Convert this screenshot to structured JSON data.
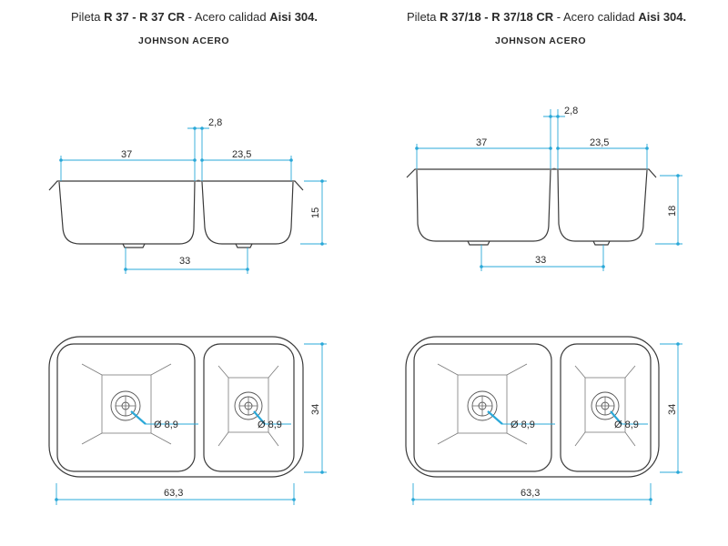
{
  "sinks": [
    {
      "title_parts": [
        {
          "text": "Pileta ",
          "bold": false
        },
        {
          "text": "R 37 - R 37 CR",
          "bold": true
        },
        {
          "text": " - Acero calidad ",
          "bold": false
        },
        {
          "text": "Aisi 304.",
          "bold": true
        }
      ],
      "brand": "JOHNSON ACERO",
      "dims": {
        "large_width": "37",
        "divider": "2,8",
        "small_width": "23,5",
        "depth": "15",
        "drain_spacing": "33",
        "height": "34",
        "total_width": "63,3",
        "drain_large": "Ø 8,9",
        "drain_small": "Ø 8,9"
      }
    },
    {
      "title_parts": [
        {
          "text": "Pileta ",
          "bold": false
        },
        {
          "text": "R 37/18 - R 37/18 CR",
          "bold": true
        },
        {
          "text": " - Acero calidad ",
          "bold": false
        },
        {
          "text": "Aisi 304.",
          "bold": true
        }
      ],
      "brand": "JOHNSON ACERO",
      "dims": {
        "large_width": "37",
        "divider": "2,8",
        "small_width": "23,5",
        "depth": "18",
        "drain_spacing": "33",
        "height": "34",
        "total_width": "63,3",
        "drain_large": "Ø 8,9",
        "drain_small": "Ø 8,9"
      }
    }
  ],
  "colors": {
    "dimension": "#2aa8d8",
    "outline": "#3a3a3a"
  }
}
